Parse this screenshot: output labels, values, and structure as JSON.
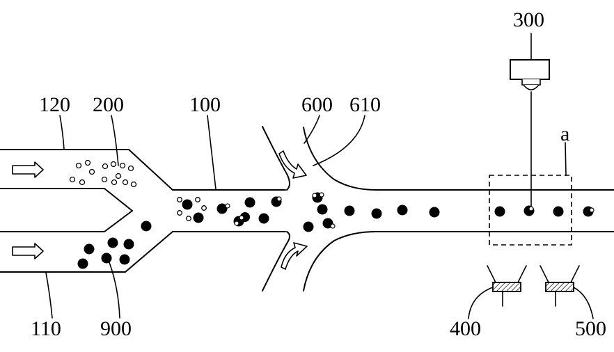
{
  "labels": {
    "inlet_top": "120",
    "particles_small": "200",
    "main_channel": "100",
    "sheath_channel": "600",
    "sheath_flow": "610",
    "light_source": "300",
    "detection_region": "a",
    "inlet_bottom": "110",
    "particles_large": "900",
    "detector_left": "400",
    "detector_right": "500"
  },
  "colors": {
    "ink": "#000000",
    "paper": "#ffffff"
  },
  "icons": {
    "flow_arrow": "right-arrow-icon",
    "sheath_arrow": "curved-arrow-icon",
    "light_source": "lamp-icon",
    "detector": "hatched-detector-icon"
  }
}
